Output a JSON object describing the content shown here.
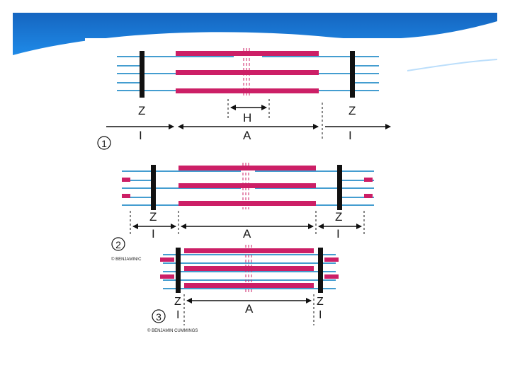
{
  "header": {
    "gradient_top": "#1565c0",
    "gradient_mid": "#1e88e5",
    "gradient_light": "#64b5f6",
    "swoosh": "#ffffff"
  },
  "colors": {
    "thick_filament": "#cc1f66",
    "thin_filament": "#2a8fc9",
    "z_line": "#111111",
    "text": "#1a1a1a"
  },
  "diagram": {
    "state1": {
      "number": "1",
      "z_left": "Z",
      "z_right": "Z",
      "h_label": "H",
      "i_left": "I",
      "a_label": "A",
      "i_right": "I"
    },
    "state2": {
      "number": "2",
      "z_left": "Z",
      "z_right": "Z",
      "i_left": "I",
      "a_label": "A",
      "i_right": "I",
      "copyright": "© BENJAMIN/C"
    },
    "state3": {
      "number": "3",
      "z_left": "Z",
      "z_right": "Z",
      "i_left": "I",
      "a_label": "A",
      "i_right": "I",
      "copyright": "© BENJAMIN CUMMINGS"
    }
  }
}
